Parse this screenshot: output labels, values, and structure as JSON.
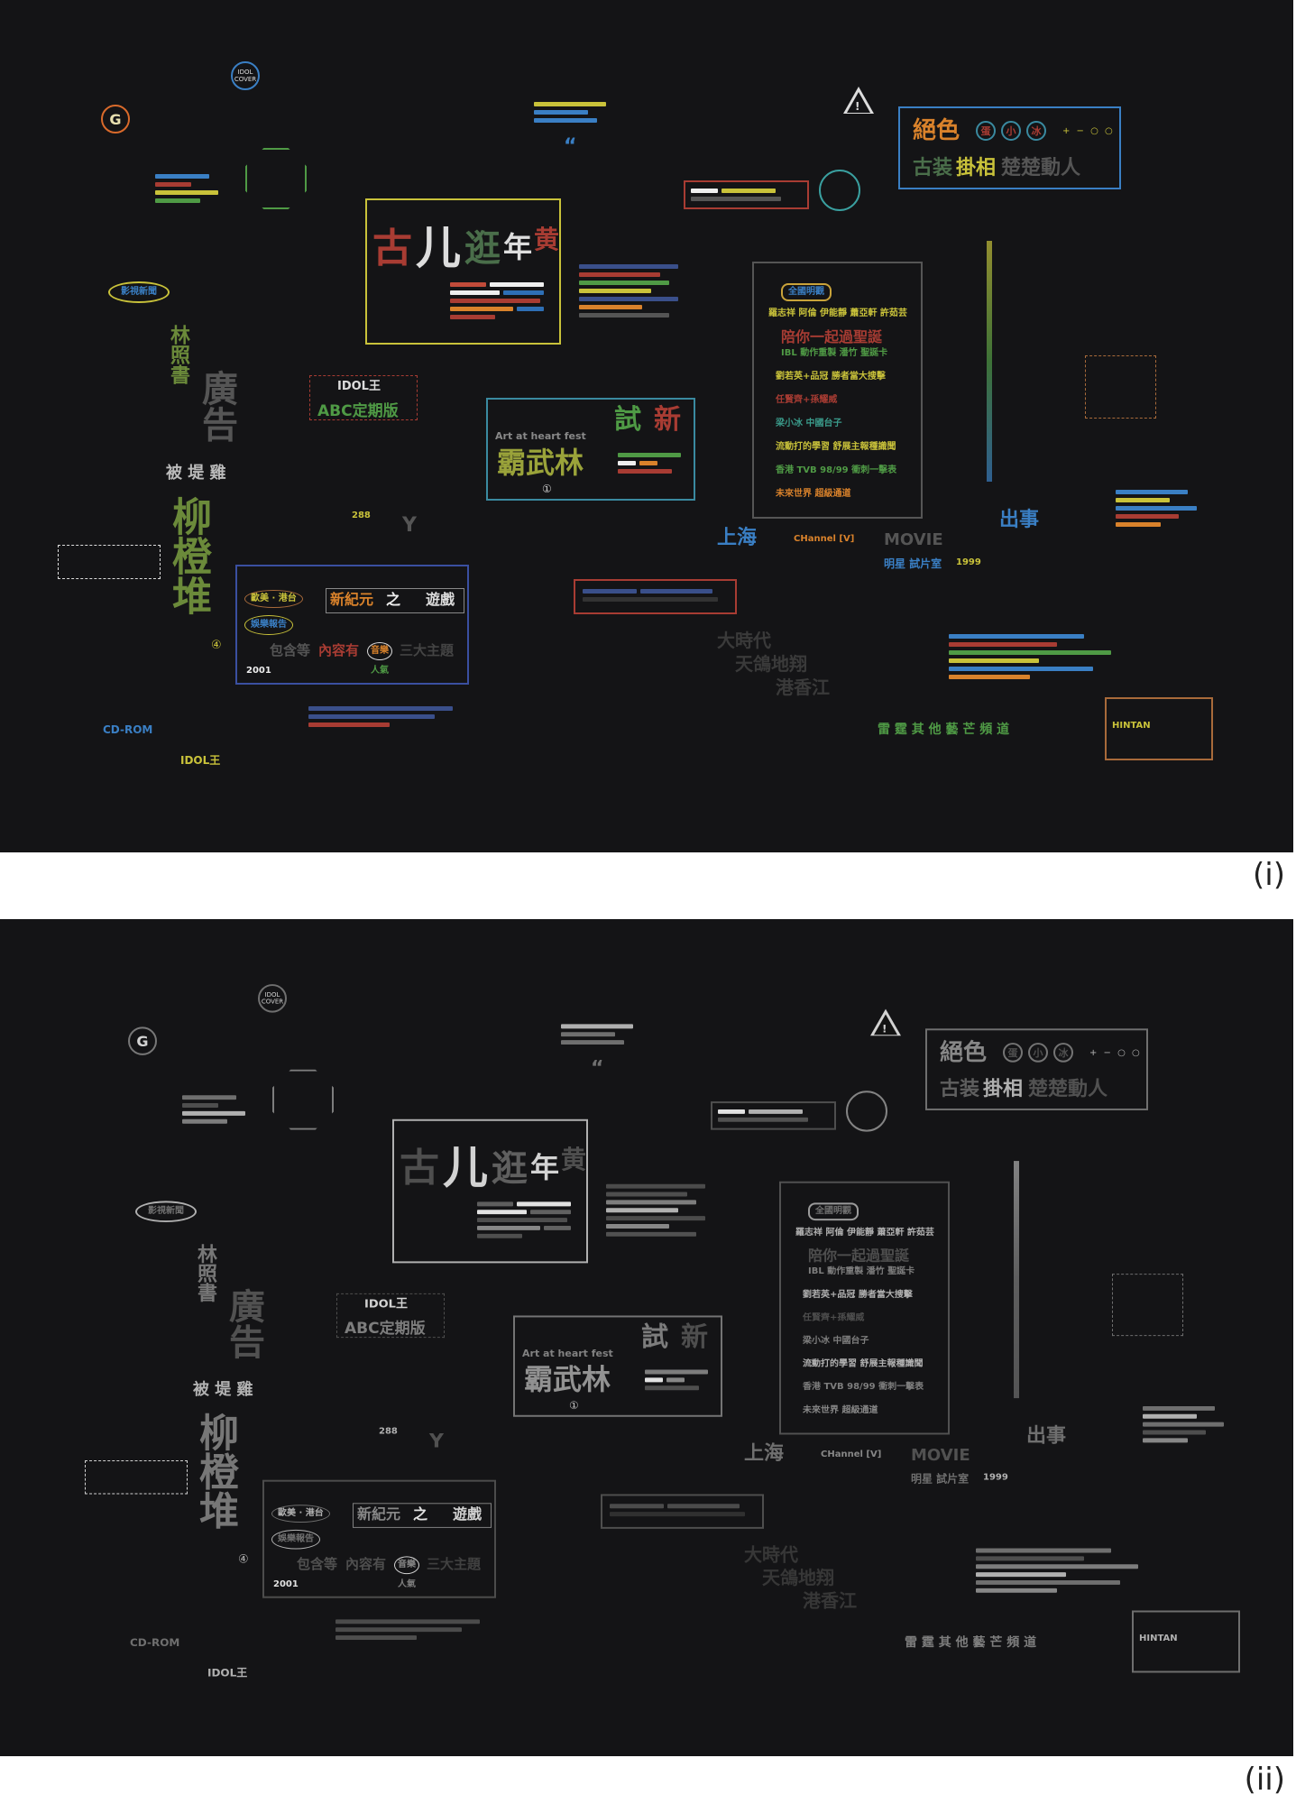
{
  "captions": {
    "panel_1": "(i)",
    "panel_2": "(ii)"
  },
  "colors": {
    "background": "#141416",
    "yellow": "#c9c23a",
    "blue": "#3a7fc4",
    "red": "#a83c33",
    "green": "#4f9a45",
    "orange": "#d9822b",
    "gray": "#8a8a8a"
  },
  "elements": {
    "g_badge": "G",
    "idol_cover": "IDOL COVER",
    "title_box": {
      "chars": [
        "古",
        "儿",
        "逛",
        "年",
        "黄"
      ]
    },
    "top_right_box": {
      "line1": "絕色",
      "circles": [
        "蛋",
        "小",
        "冰"
      ],
      "line2a": "古装",
      "line2b": "掛相",
      "line2c": "楚楚動人"
    },
    "warning_triangle": "!",
    "schedule_box": {
      "badge": "全國明觀",
      "names": "羅志祥 阿倫 伊能靜 蕭亞軒 許茹芸",
      "headline": "陪你一起過聖誕",
      "sub": "IBL 動作重製 潘竹 聖誕卡",
      "rows": [
        "劉若英+品冠 勝者當大搜擊",
        "任賢齊+孫耀威",
        "梁小冰 中國台子",
        "流動打的學習 舒展主報種識聞",
        "香港 TVB 98/99 衝刺一擊表",
        "未來世界 超級通道"
      ]
    },
    "art_box": {
      "tagline": "Art at heart fest",
      "big_a": "試",
      "big_b": "新",
      "block": "霸武林",
      "num": "①"
    },
    "idol_box": {
      "line1": "IDOL王",
      "line2": "ABC定期版"
    },
    "vertical_1": "林照書",
    "vertical_2": "廣告",
    "vertical_3": "柳橙堆",
    "side_small": "被 堤 雞",
    "game_box": {
      "title_a": "新紀元",
      "title_b": "之",
      "title_c": "遊戲",
      "oval_a": "歐美 · 港台",
      "oval_b": "娛樂報告",
      "left_col": "包含等",
      "mid": "內容有",
      "circled": "音樂",
      "right": "三大主題",
      "popular": "人氣",
      "year": "2001"
    },
    "shanghai": "上海",
    "channel_v": "CHannel [V]",
    "movie": "MOVIE",
    "movie_sub": "明星 試片室",
    "movie_year": "1999",
    "gray_poem": [
      "大時代",
      "天鴿地翔",
      "港香江"
    ],
    "chushi": "出事",
    "cd_rom": "CD-ROM",
    "idol_bottom": "IDOL王",
    "bottom_row": "雷 霆 其 他 藝 芒 頻 道",
    "hintan": "HINTAN",
    "oval_left": "影視新聞",
    "quote_mark": "“",
    "y_mark": "Y",
    "count_288": "288",
    "circled_4": "④",
    "plus_minus": "+ − ○ ○"
  }
}
